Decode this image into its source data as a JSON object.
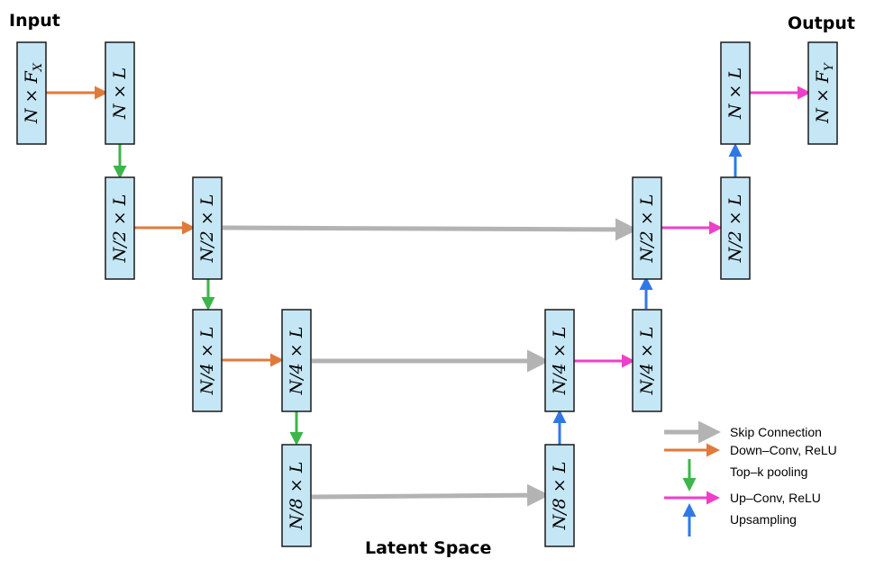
{
  "titles": {
    "input": "Input",
    "output": "Output",
    "latent": "Latent Space"
  },
  "nodes": {
    "n1": "N × F_X",
    "n2": "N × L",
    "n3": "N/2 × L",
    "n4": "N/2 × L",
    "n5": "N/4 × L",
    "n6": "N/4 × L",
    "n7": "N/8 × L",
    "n8": "N/8 × L",
    "n9": "N/4 × L",
    "n10": "N/4 × L",
    "n11": "N/2 × L",
    "n12": "N/2 × L",
    "n13": "N × L",
    "n14": "N × F_Y"
  },
  "legend": {
    "skip": "Skip Connection",
    "down_conv": "Down–Conv, ReLU",
    "pool": "Top–k pooling",
    "up_conv": "Up–Conv, ReLU",
    "upsample": "Upsampling"
  },
  "colors": {
    "node_fill": "#c5e6f5",
    "skip": "#b3b3b3",
    "down_conv": "#e07a3c",
    "pool": "#3cb54a",
    "up_conv": "#ee3fc9",
    "upsample": "#2f78e8"
  }
}
